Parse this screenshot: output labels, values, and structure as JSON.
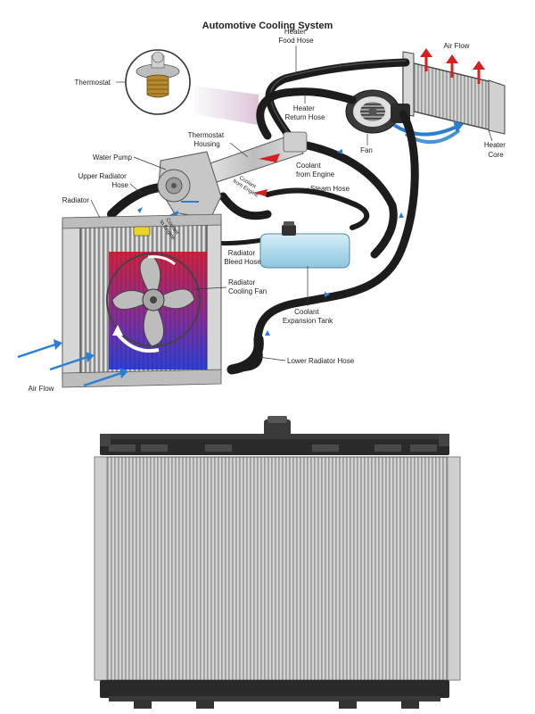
{
  "title": "Automotive Cooling System",
  "labels": {
    "thermostat": "Thermostat",
    "heater_food_hose": [
      "Heater",
      "Food Hose"
    ],
    "air_flow_top": "Air Flow",
    "heater_return_hose": [
      "Heater",
      "Return Hose"
    ],
    "thermostat_housing": [
      "Thermostat",
      "Housing"
    ],
    "fan": "Fan",
    "heater_core": [
      "Heater",
      "Core"
    ],
    "water_pump": "Water Pump",
    "coolant_from_engine": [
      "Coolant",
      "from Engine"
    ],
    "upper_radiator_hose": [
      "Upper Radiator",
      "Hose"
    ],
    "coolant_from_engine_small": [
      "Coolant",
      "from Engine"
    ],
    "steam_hose": "Steam Hose",
    "radiator": "Radiator",
    "coolant_to_engine": [
      "Coolant",
      "to Engine"
    ],
    "radiator_bleed_hose": [
      "Radiator",
      "Bleed Hose"
    ],
    "radiator_cooling_fan": [
      "Radiator",
      "Cooling Fan"
    ],
    "coolant_expansion_tank": [
      "Coolant",
      "Expansion Tank"
    ],
    "lower_radiator_hose": "Lower Radiator Hose",
    "air_flow_bottom": "Air Flow"
  },
  "colors": {
    "hose": "#1c1c1c",
    "flow_arrow": "#2a7fd4",
    "hot_arrow": "#d62020",
    "fan_hot": "#c8102e",
    "fan_cold": "#1d2fcf",
    "tank": "#a9d8ea"
  }
}
